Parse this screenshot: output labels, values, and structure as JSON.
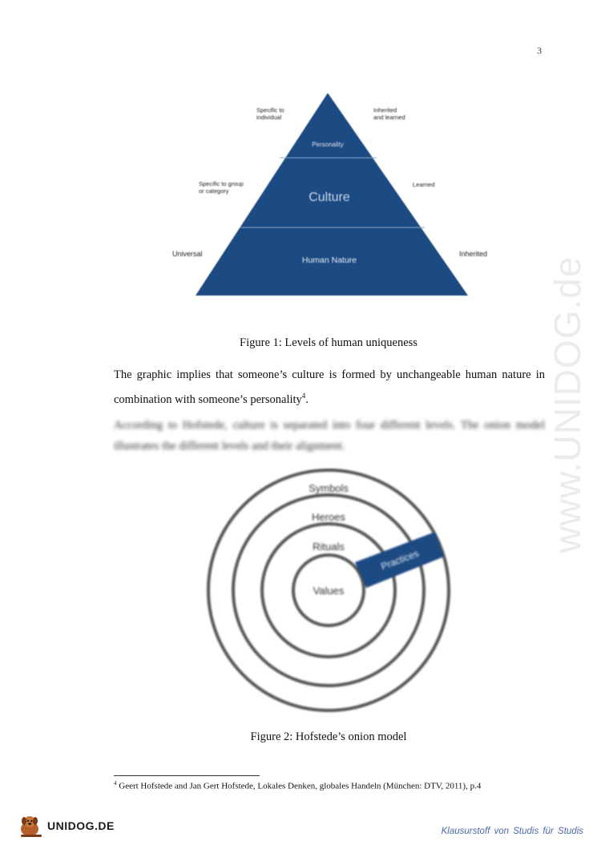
{
  "page_number": "3",
  "watermark": "www.UNIDOG.de",
  "figure1": {
    "levels": {
      "top": "Personality",
      "middle": "Culture",
      "bottom": "Human Nature"
    },
    "left_labels": {
      "top": "Specific to individual",
      "middle": "Specific to group or category",
      "bottom": "Universal"
    },
    "right_labels": {
      "top": "Inherited and learned",
      "middle": "Learned",
      "bottom": "Inherited"
    },
    "colors": {
      "fill": "#1c4a82",
      "divider": "#8fa9cc"
    }
  },
  "caption1": "Figure 1: Levels of human uniqueness",
  "paragraph1": {
    "text": "The graphic implies that someone’s culture is formed by unchangeable human nature in combination with someone’s personality",
    "footnote_ref": "4",
    "end": "."
  },
  "paragraph2": "According to Hofstede, culture is separated into four different levels. The onion model illustrates the different levels and their alignment.",
  "figure2": {
    "rings": [
      "Symbols",
      "Heroes",
      "Rituals",
      "Values"
    ],
    "band_label": "Practices",
    "colors": {
      "ring": "#555555",
      "band": "#1c4a82"
    }
  },
  "caption2": "Figure 2: Hofstede’s onion model",
  "footnote": {
    "number": "4",
    "text": "Geert Hofstede and Jan Gert Hofstede, Lokales Denken, globales Handeln (München: DTV, 2011), p.4"
  },
  "footer": {
    "logo_text": "UNIDOG.DE",
    "tagline": "Klausurstoff von Studis für Studis"
  }
}
